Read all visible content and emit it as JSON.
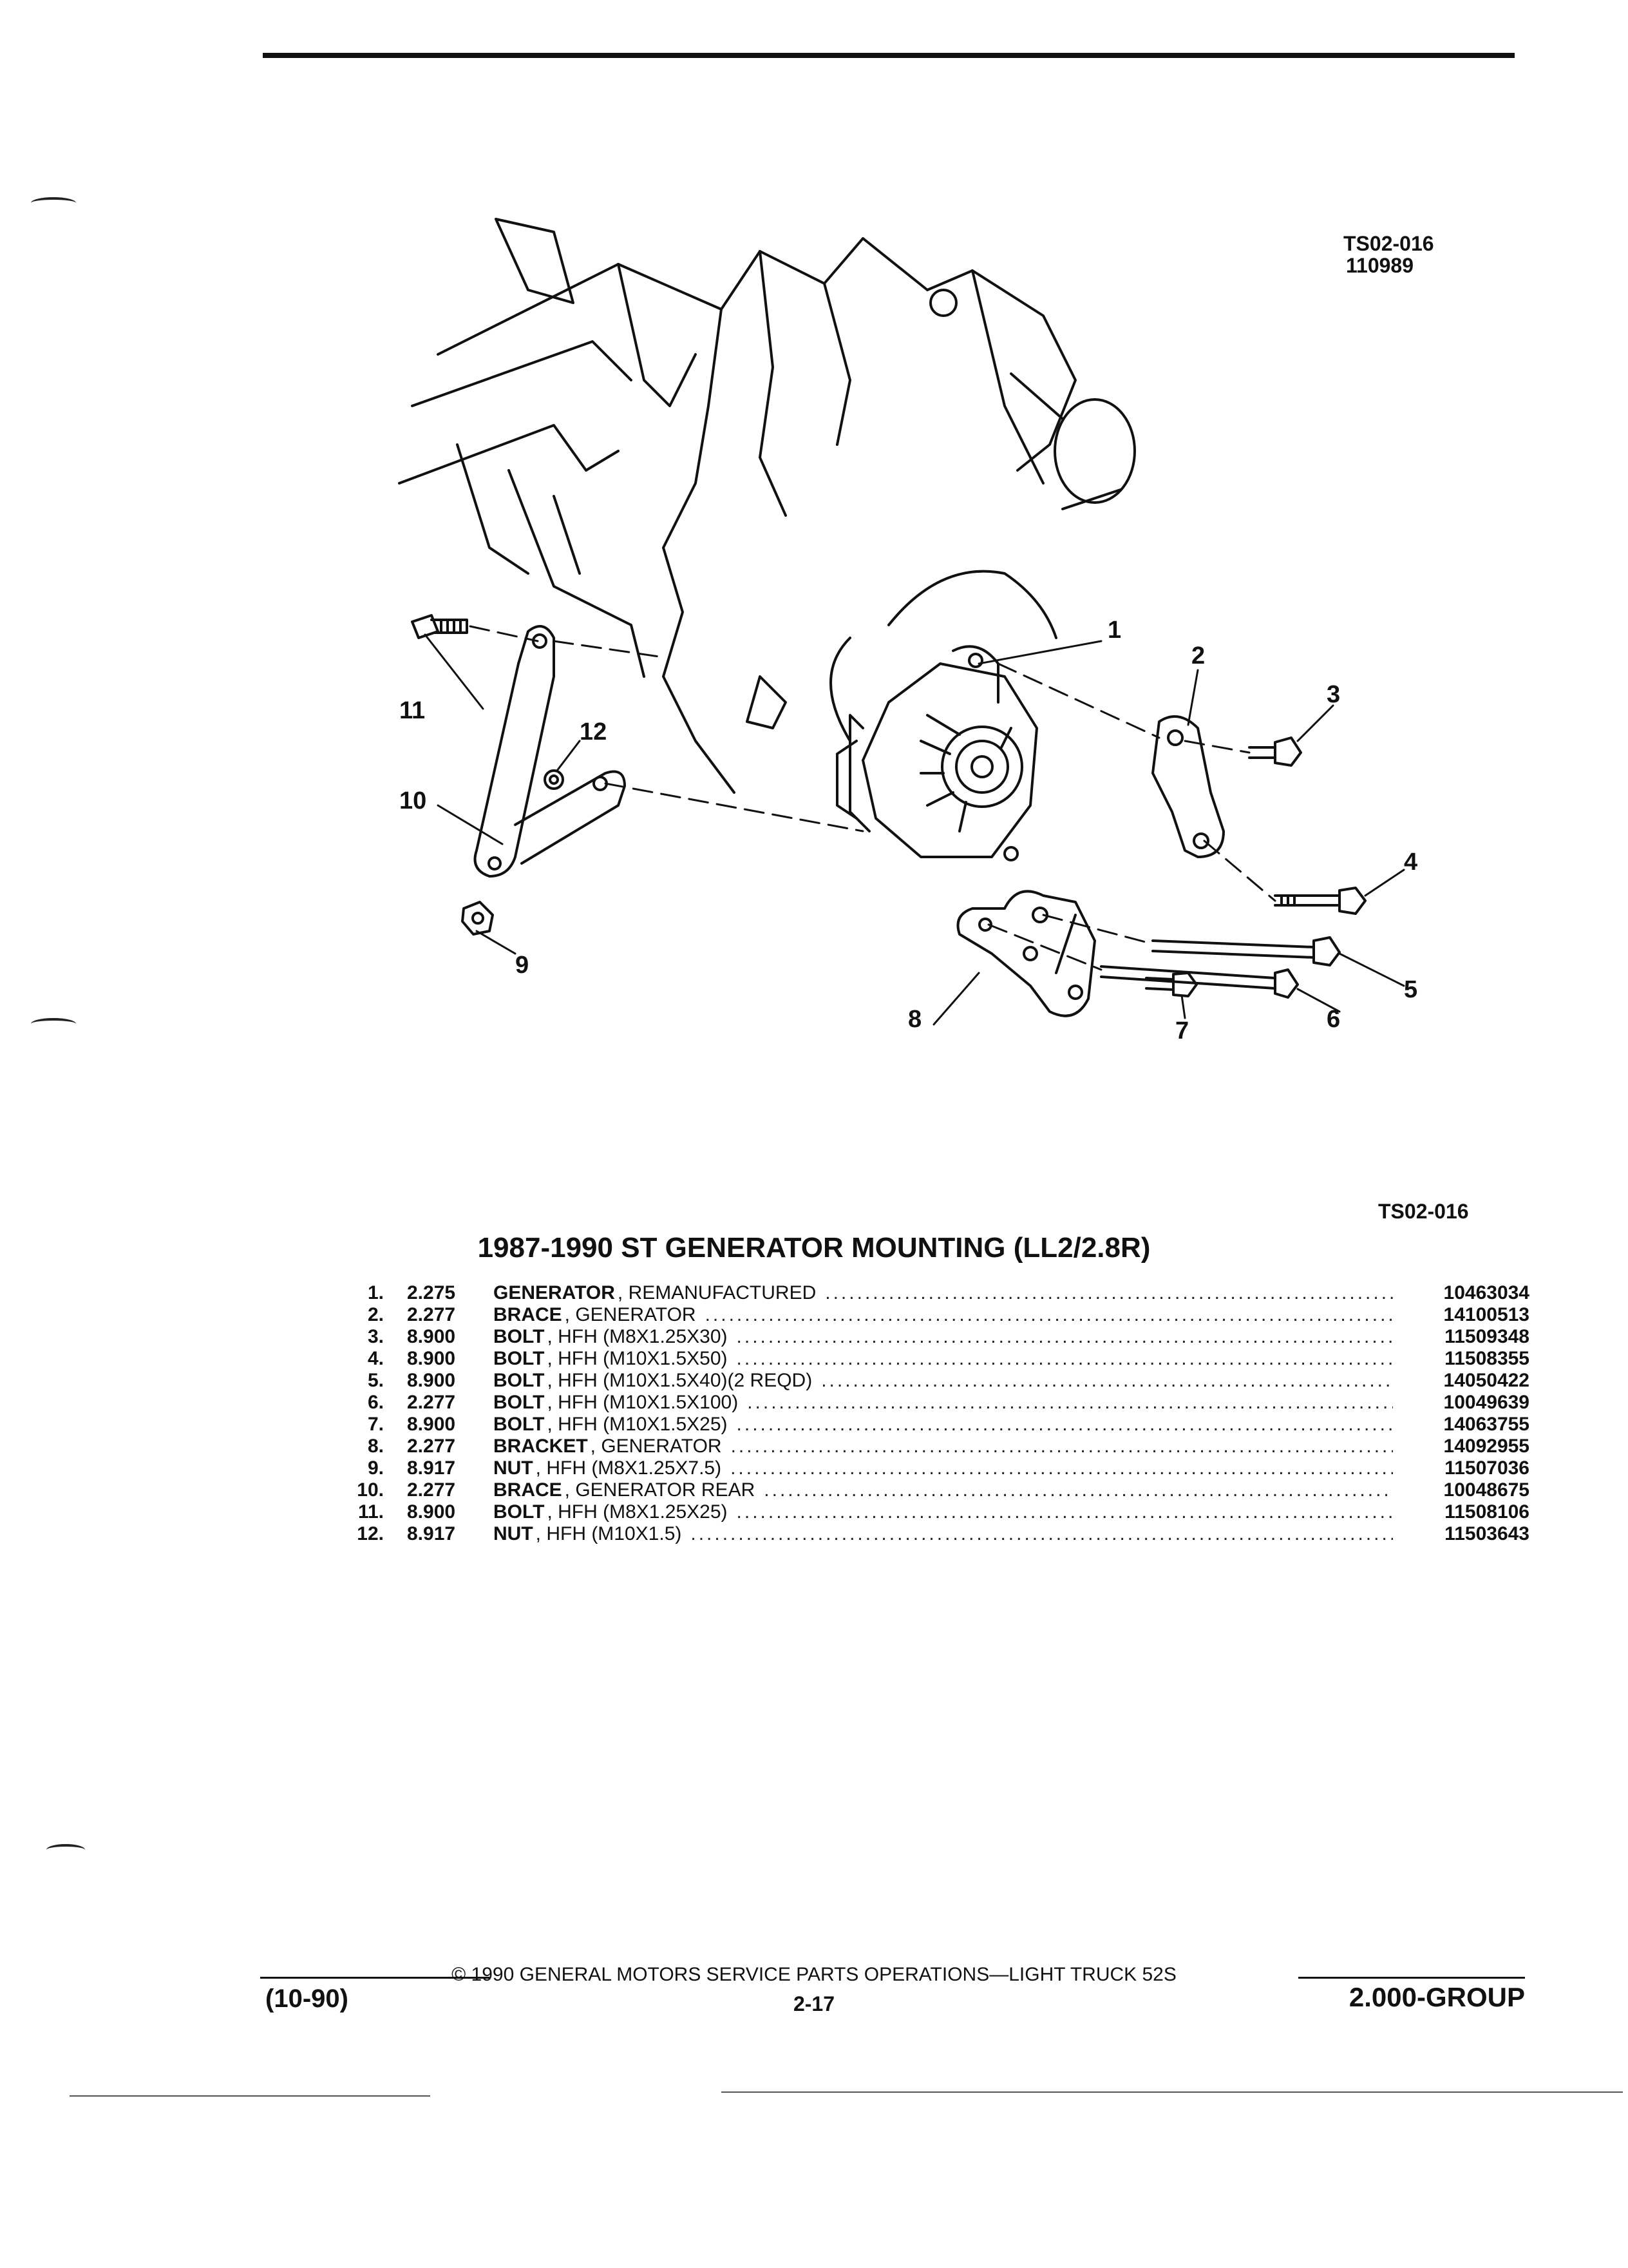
{
  "header": {
    "ref_code": "TS02-016",
    "ref_number": "110989"
  },
  "figure": {
    "callouts": [
      "1",
      "2",
      "3",
      "4",
      "5",
      "6",
      "7",
      "8",
      "9",
      "10",
      "11",
      "12"
    ],
    "ref_code": "TS02-016"
  },
  "section": {
    "title": "1987-1990 ST GENERATOR MOUNTING (LL2/2.8R)"
  },
  "parts": [
    {
      "num": "1.",
      "group": "2.275",
      "name": "GENERATOR",
      "desc": ", REMANUFACTURED",
      "part_no": "10463034"
    },
    {
      "num": "2.",
      "group": "2.277",
      "name": "BRACE",
      "desc": ", GENERATOR",
      "part_no": "14100513"
    },
    {
      "num": "3.",
      "group": "8.900",
      "name": "BOLT",
      "desc": ", HFH (M8X1.25X30)",
      "part_no": "11509348"
    },
    {
      "num": "4.",
      "group": "8.900",
      "name": "BOLT",
      "desc": ", HFH (M10X1.5X50)",
      "part_no": "11508355"
    },
    {
      "num": "5.",
      "group": "8.900",
      "name": "BOLT",
      "desc": ", HFH (M10X1.5X40)(2 REQD)",
      "part_no": "14050422"
    },
    {
      "num": "6.",
      "group": "2.277",
      "name": "BOLT",
      "desc": ", HFH (M10X1.5X100)",
      "part_no": "10049639"
    },
    {
      "num": "7.",
      "group": "8.900",
      "name": "BOLT",
      "desc": ", HFH (M10X1.5X25)",
      "part_no": "14063755"
    },
    {
      "num": "8.",
      "group": "2.277",
      "name": "BRACKET",
      "desc": ", GENERATOR",
      "part_no": "14092955"
    },
    {
      "num": "9.",
      "group": "8.917",
      "name": "NUT",
      "desc": ", HFH (M8X1.25X7.5)",
      "part_no": "11507036"
    },
    {
      "num": "10.",
      "group": "2.277",
      "name": "BRACE",
      "desc": ", GENERATOR REAR",
      "part_no": "10048675"
    },
    {
      "num": "11.",
      "group": "8.900",
      "name": "BOLT",
      "desc": ", HFH (M8X1.25X25)",
      "part_no": "11508106"
    },
    {
      "num": "12.",
      "group": "8.917",
      "name": "NUT",
      "desc": ", HFH (M10X1.5)",
      "part_no": "11503643"
    }
  ],
  "footer": {
    "copyright": "© 1990 GENERAL MOTORS SERVICE PARTS OPERATIONS—LIGHT TRUCK 52S",
    "page": "2-17",
    "date_code": "(10-90)",
    "group": "2.000-GROUP"
  }
}
